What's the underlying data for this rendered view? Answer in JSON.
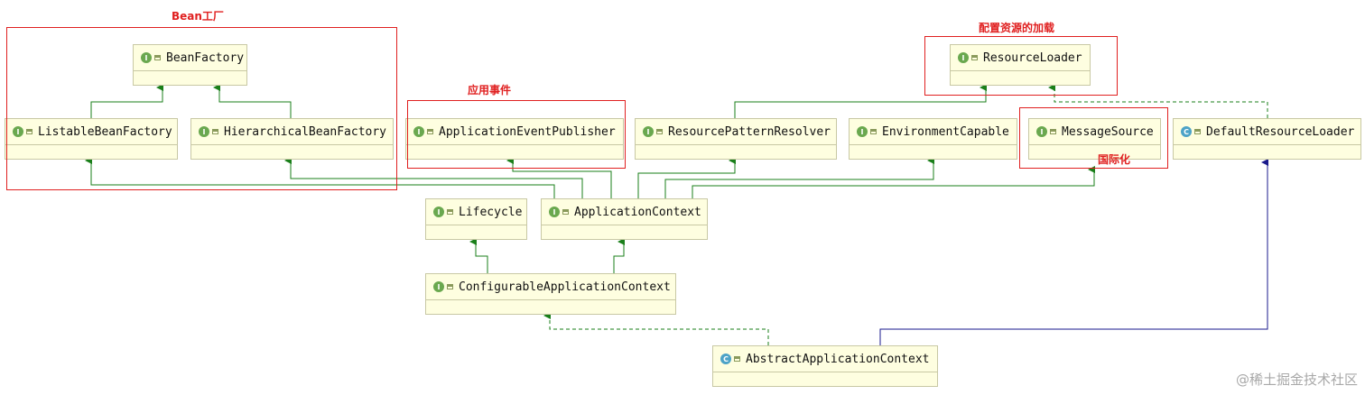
{
  "nodes": {
    "bean_factory": {
      "kind": "I",
      "name": "BeanFactory"
    },
    "listable_bean_factory": {
      "kind": "I",
      "name": "ListableBeanFactory"
    },
    "hierarchical_bean_factory": {
      "kind": "I",
      "name": "HierarchicalBeanFactory"
    },
    "application_event_publisher": {
      "kind": "I",
      "name": "ApplicationEventPublisher"
    },
    "resource_pattern_resolver": {
      "kind": "I",
      "name": "ResourcePatternResolver"
    },
    "environment_capable": {
      "kind": "I",
      "name": "EnvironmentCapable"
    },
    "message_source": {
      "kind": "I",
      "name": "MessageSource"
    },
    "resource_loader": {
      "kind": "I",
      "name": "ResourceLoader"
    },
    "default_resource_loader": {
      "kind": "C",
      "name": "DefaultResourceLoader"
    },
    "lifecycle": {
      "kind": "I",
      "name": "Lifecycle"
    },
    "application_context": {
      "kind": "I",
      "name": "ApplicationContext"
    },
    "configurable_application_context": {
      "kind": "I",
      "name": "ConfigurableApplicationContext"
    },
    "abstract_application_context": {
      "kind": "C",
      "name": "AbstractApplicationContext"
    }
  },
  "annotations": {
    "bean_factory_group": "Bean工厂",
    "application_event_group": "应用事件",
    "resource_loading_group": "配置资源的加载",
    "i18n_group": "国际化"
  },
  "watermark": "@稀土掘金技术社区",
  "colors": {
    "node_fill": "#fefee0",
    "node_border": "#c8c8a4",
    "interface_badge": "#6aa84f",
    "class_badge": "#4da3c7",
    "extends_arrow": "#1a7f1a",
    "class_extends_arrow": "#1a1a8c",
    "highlight_box": "#e02020"
  }
}
